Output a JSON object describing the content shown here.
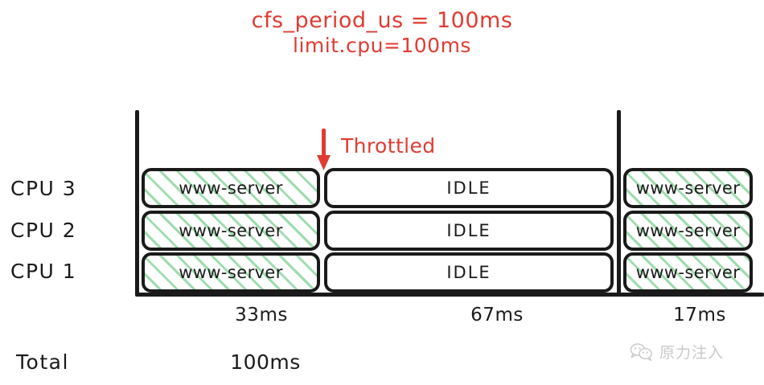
{
  "diagram": {
    "title": {
      "line1": "cfs_period_us = 100ms",
      "line2": "limit.cpu=100ms",
      "color": "#e03b32"
    },
    "annotation": {
      "throttled_label": "Throttled",
      "arrow_icon": "arrow-down-icon",
      "color": "#e03b32"
    },
    "rows": [
      {
        "cpu_label": "CPU 3",
        "running_block": "www-server",
        "idle_block": "IDLE",
        "tail_block": "www-server"
      },
      {
        "cpu_label": "CPU 2",
        "running_block": "www-server",
        "idle_block": "IDLE",
        "tail_block": "www-server"
      },
      {
        "cpu_label": "CPU 1",
        "running_block": "www-server",
        "idle_block": "IDLE",
        "tail_block": "www-server"
      }
    ],
    "time_axis": {
      "running": "33ms",
      "idle": "67ms",
      "tail": "17ms"
    },
    "total": {
      "label": "Total",
      "value": "100ms"
    },
    "colors": {
      "running_hatch": "#9fdcae",
      "stroke": "#1a1a1a",
      "accent_red": "#e03b32",
      "watermark": "#c9c9c9"
    },
    "watermark": {
      "text": "原力注入",
      "logo_icon": "wechat-logo-icon"
    }
  }
}
